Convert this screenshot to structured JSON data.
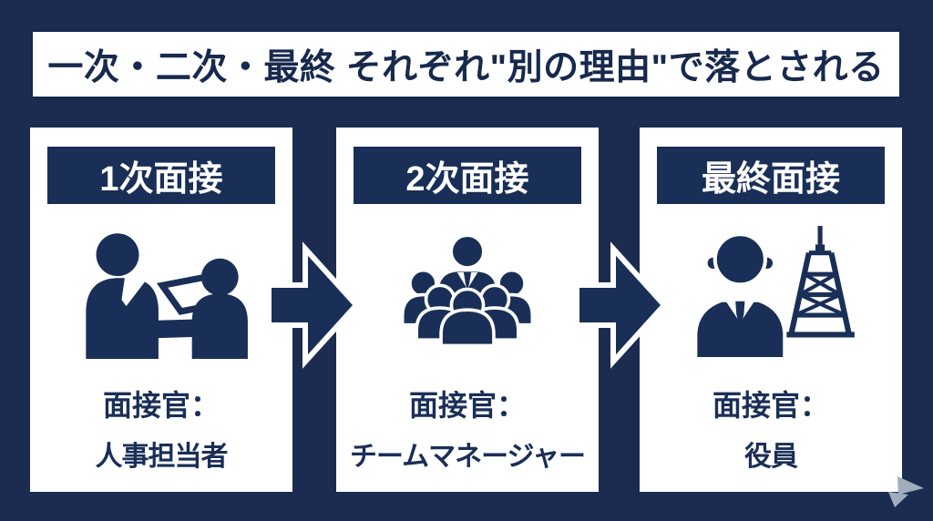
{
  "colors": {
    "background_navy": "#1b2c50",
    "ink_navy": "#1a2f57",
    "card_white": "#ffffff",
    "watermark_gray": "#9fadbd"
  },
  "header": {
    "title": "一次・二次・最終 それぞれ\"別の理由\"で落とされる"
  },
  "stages": [
    {
      "title": "1次面接",
      "icon": "interviewer-handing-document-icon",
      "label": "面接官：",
      "interviewer": "人事担当者"
    },
    {
      "title": "2次面接",
      "icon": "team-group-icon",
      "label": "面接官：",
      "interviewer": "チームマネージャー"
    },
    {
      "title": "最終面接",
      "icon": "executive-with-tower-icon",
      "label": "面接官：",
      "interviewer": "役員"
    }
  ],
  "flow": {
    "arrow_count": 2,
    "direction": "right"
  }
}
